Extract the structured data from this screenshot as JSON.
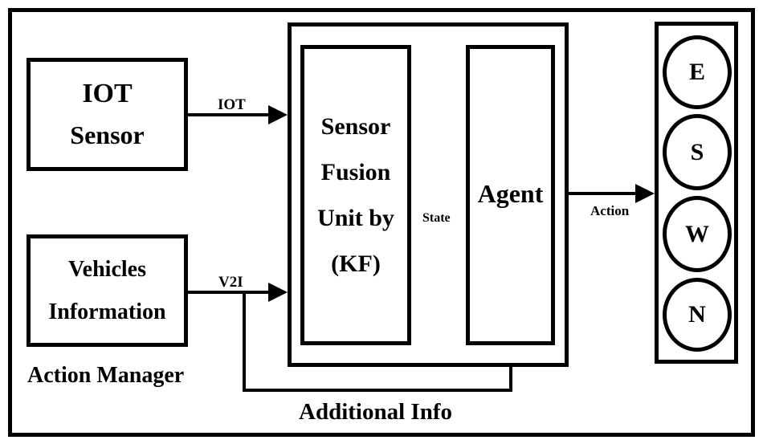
{
  "iot_sensor": {
    "line1": "IOT",
    "line2": "Sensor"
  },
  "vehicles_info": {
    "line1": "Vehicles",
    "line2": "Information"
  },
  "action_manager": "Action Manager",
  "sensor_fusion": {
    "line1": "Sensor",
    "line2": "Fusion",
    "line3": "Unit by",
    "line4": "(KF)"
  },
  "agent": "Agent",
  "labels": {
    "iot": "IOT",
    "v2i": "V2I",
    "state": "State",
    "action": "Action",
    "additional_info": "Additional Info"
  },
  "directions": [
    "E",
    "S",
    "W",
    "N"
  ]
}
